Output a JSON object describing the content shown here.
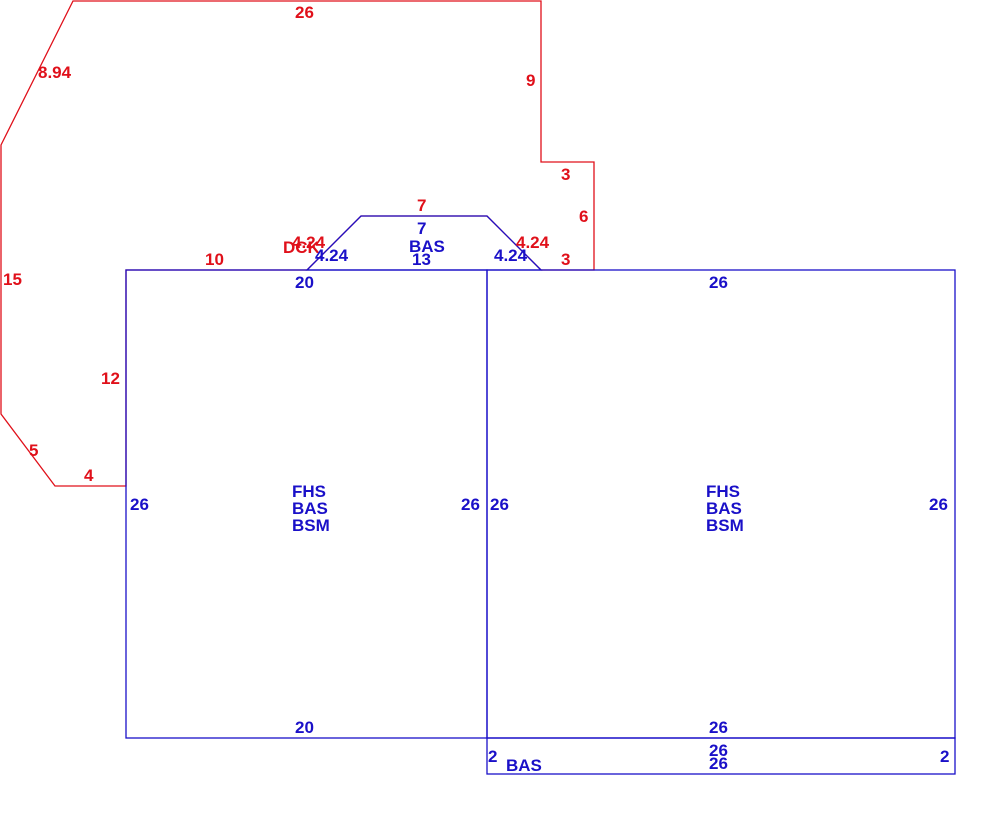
{
  "colors": {
    "deck": "#e0101a",
    "house": "#1a10c8",
    "background": "#ffffff"
  },
  "deck": {
    "area_code": "DCK",
    "dims": {
      "top": "26",
      "diag_top_left": "8.94",
      "right_upper": "9",
      "step_horiz": "3",
      "step_vert": "6",
      "step_bottom": "3",
      "left": "15",
      "diag_bottom_left": "5",
      "bottom": "4",
      "inner_vert": "12",
      "inner_horiz": "10",
      "diag_left_inner": "4.24",
      "diag_right_inner": "4.24",
      "bay_top": "7"
    }
  },
  "bay": {
    "area_code": "BAS",
    "dims": {
      "top": "7",
      "diag_left": "4.24",
      "diag_right": "4.24",
      "base": "13"
    }
  },
  "left_block": {
    "codes": [
      "FHS",
      "BAS",
      "BSM"
    ],
    "dims": {
      "top": "20",
      "left": "26",
      "right": "26",
      "bottom": "20"
    }
  },
  "right_block": {
    "codes": [
      "FHS",
      "BAS",
      "BSM"
    ],
    "dims": {
      "top": "26",
      "left": "26",
      "right": "26",
      "bottom": "26"
    }
  },
  "strip": {
    "area_code": "BAS",
    "dims": {
      "top": "26",
      "bottom": "26",
      "left": "2",
      "right": "2"
    }
  }
}
